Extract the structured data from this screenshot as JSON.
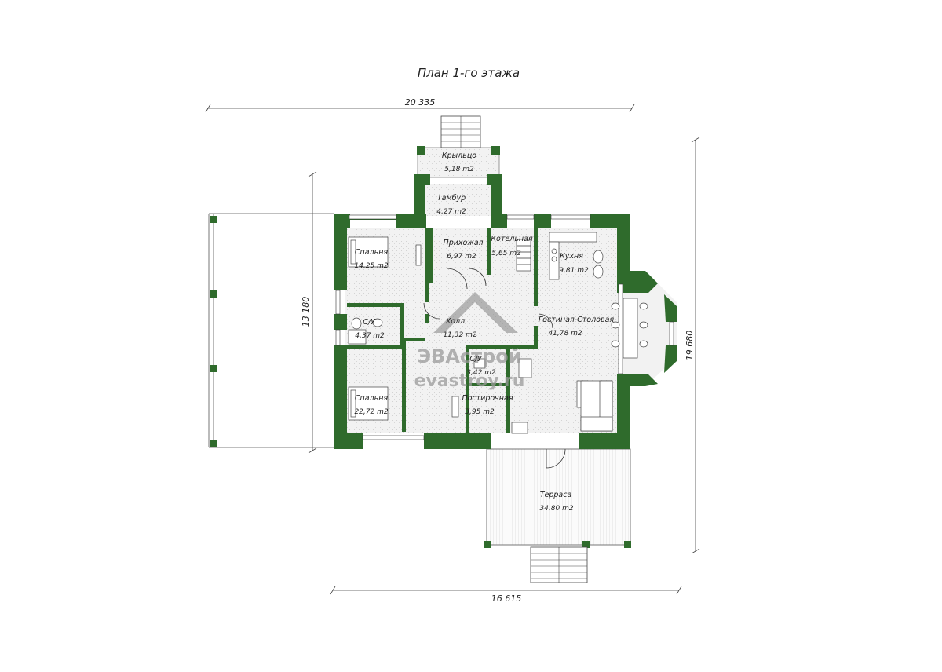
{
  "plan": {
    "title": "План 1-го этажа",
    "watermark": {
      "brand": "ЭВАстрой",
      "site": "evastroy.ru"
    },
    "dimensions": {
      "top_overall": "20 335",
      "bottom_overall": "16 615",
      "left_height": "13 180",
      "right_height": "19 680"
    },
    "rooms": [
      {
        "id": "kryltso",
        "name": "Крыльцо",
        "area": "5,18 m2"
      },
      {
        "id": "tambur",
        "name": "Тамбур",
        "area": "4,27 m2"
      },
      {
        "id": "prikhozhaya",
        "name": "Прихожая",
        "area": "6,97 m2"
      },
      {
        "id": "kotelnaya",
        "name": "Котельная",
        "area": "5,65 m2"
      },
      {
        "id": "kukhnya",
        "name": "Кухня",
        "area": "9,81 m2"
      },
      {
        "id": "spalnya1",
        "name": "Спальня",
        "area": "14,25 m2"
      },
      {
        "id": "su1",
        "name": "С/У",
        "area": "4,37 m2"
      },
      {
        "id": "kholl",
        "name": "Холл",
        "area": "11,32 m2"
      },
      {
        "id": "gostinaya",
        "name": "Гостиная-Столовая",
        "area": "41,78 m2"
      },
      {
        "id": "su2",
        "name": "С/У",
        "area": "3,42 m2"
      },
      {
        "id": "spalnya2",
        "name": "Спальня",
        "area": "22,72 m2"
      },
      {
        "id": "postirochnaya",
        "name": "Постирочная",
        "area": "3,95 m2"
      },
      {
        "id": "terrasa",
        "name": "Терраса",
        "area": "34,80 m2"
      }
    ],
    "colors": {
      "wall": "#2f6b2c",
      "tile": "#e6e6e6",
      "deck": "#f7f7f7"
    }
  }
}
